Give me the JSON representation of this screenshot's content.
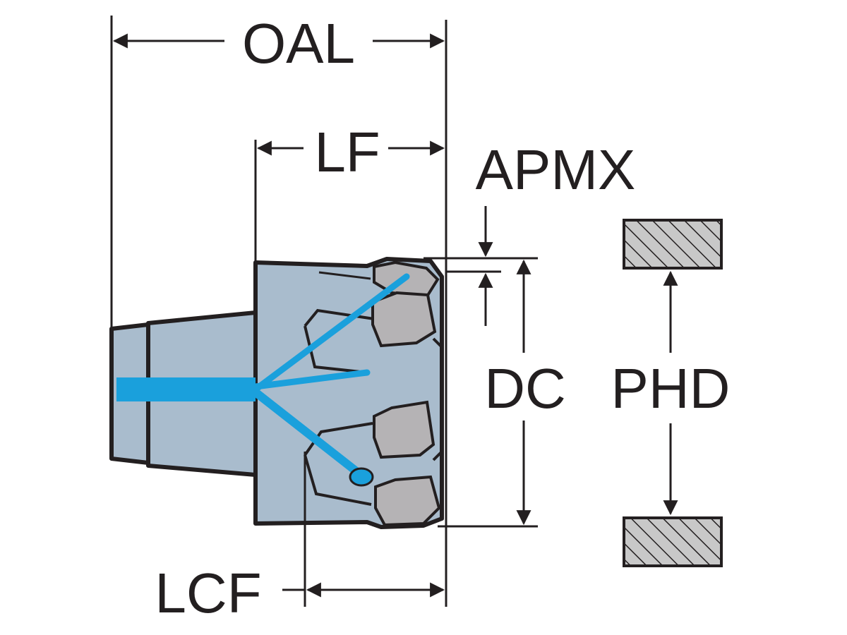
{
  "diagram": {
    "labels": {
      "oal": "OAL",
      "lf": "LF",
      "apmx": "APMX",
      "dc": "DC",
      "phd": "PHD",
      "lcf": "LCF"
    },
    "colors": {
      "line": "#231f20",
      "body_fill": "#a9bccd",
      "insert_fill": "#b5b3b5",
      "coolant": "#1aa0dc",
      "hatch_fill": "#c8c8c8"
    }
  }
}
